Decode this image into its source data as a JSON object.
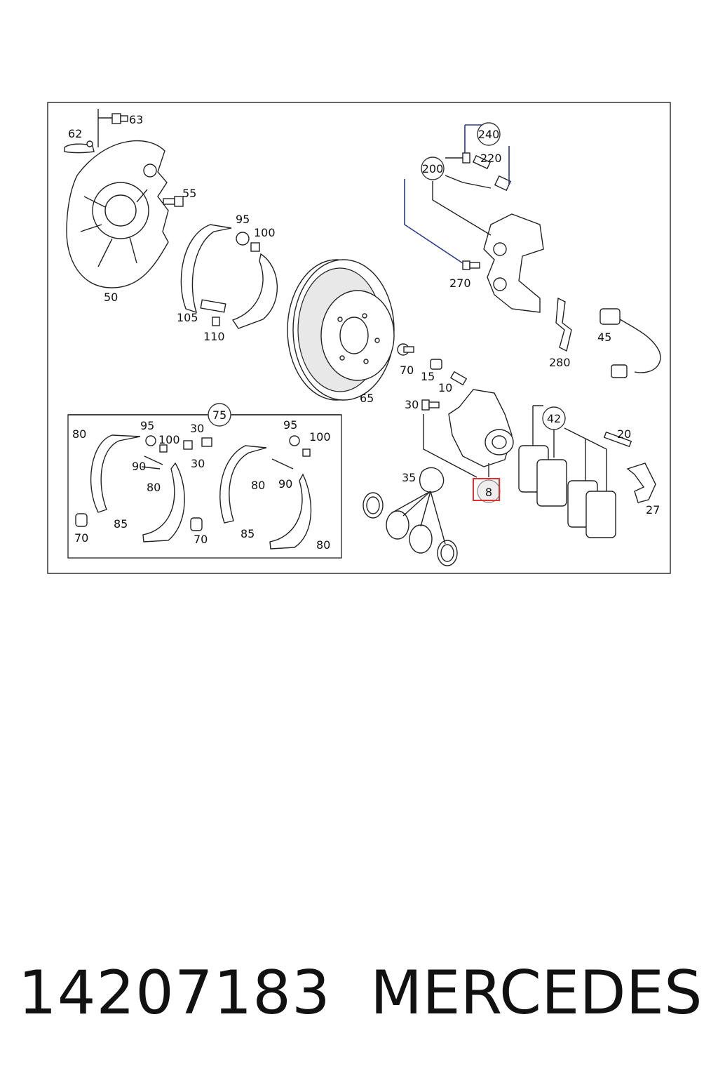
{
  "diagram": {
    "labels": {
      "l62": "62",
      "l63": "63",
      "l55": "55",
      "l50": "50",
      "l95a": "95",
      "l100a": "100",
      "l105": "105",
      "l110": "110",
      "l65": "65",
      "l70a": "70",
      "l15": "15",
      "l10": "10",
      "l30a": "30",
      "l200": "200",
      "l240": "240",
      "l220": "220",
      "l270": "270",
      "l280": "280",
      "l45": "45",
      "l42": "42",
      "l20": "20",
      "l27": "27",
      "l8": "8",
      "l35": "35",
      "l75": "75",
      "k80a": "80",
      "k95a": "95",
      "k100a": "100",
      "k30a": "30",
      "k90a": "90",
      "k30b": "30",
      "k80b": "80",
      "k70a": "70",
      "k85a": "85",
      "k70b": "70",
      "k95b": "95",
      "k100b": "100",
      "k80c": "80",
      "k90b": "90",
      "k85b": "85",
      "k80d": "80"
    },
    "highlight_color": "#e03030"
  },
  "caption": {
    "part_number": "14207183",
    "brand": "MERCEDES"
  }
}
